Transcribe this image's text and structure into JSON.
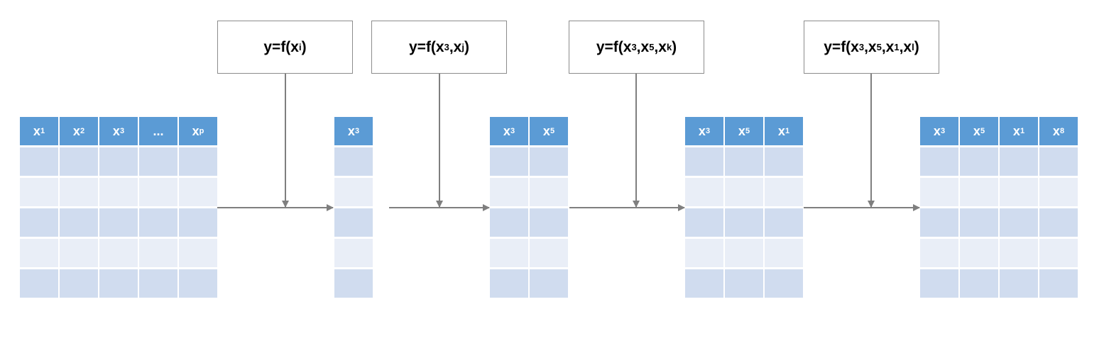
{
  "diagram": {
    "functions": [
      {
        "base": "y=f(x",
        "parts": [
          [
            "i",
            ""
          ]
        ],
        "suffix": ")"
      },
      {
        "base": "y=f(x",
        "parts": [
          [
            "3",
            ",x"
          ],
          [
            "j",
            ""
          ]
        ],
        "suffix": ")"
      },
      {
        "base": "y=f(x",
        "parts": [
          [
            "3",
            ",x"
          ],
          [
            "5",
            ",x"
          ],
          [
            "k",
            ""
          ]
        ],
        "suffix": ")"
      },
      {
        "base": "y=f(x",
        "parts": [
          [
            "3",
            ",x"
          ],
          [
            "5",
            ",x"
          ],
          [
            "1",
            ",x"
          ],
          [
            "l",
            ""
          ]
        ],
        "suffix": ")"
      }
    ],
    "tables": [
      {
        "columns": [
          [
            "x",
            "1"
          ],
          [
            "x",
            "2"
          ],
          [
            "x",
            "3"
          ],
          [
            "...",
            ""
          ],
          [
            "x",
            "p"
          ]
        ],
        "data_rows": 5
      },
      {
        "columns": [
          [
            "x",
            "3"
          ]
        ],
        "data_rows": 5
      },
      {
        "columns": [
          [
            "x",
            "3"
          ],
          [
            "x",
            "5"
          ]
        ],
        "data_rows": 5
      },
      {
        "columns": [
          [
            "x",
            "3"
          ],
          [
            "x",
            "5"
          ],
          [
            "x",
            "1"
          ]
        ],
        "data_rows": 5
      },
      {
        "columns": [
          [
            "x",
            "3"
          ],
          [
            "x",
            "5"
          ],
          [
            "x",
            "1"
          ],
          [
            "x",
            "8"
          ]
        ],
        "data_rows": 5
      }
    ],
    "colors": {
      "header": "#5b9bd5",
      "row_dark": "#d0dcef",
      "row_light": "#e9eef7",
      "arrow": "#7f7f7f",
      "box_border": "#8c8c8c"
    }
  }
}
